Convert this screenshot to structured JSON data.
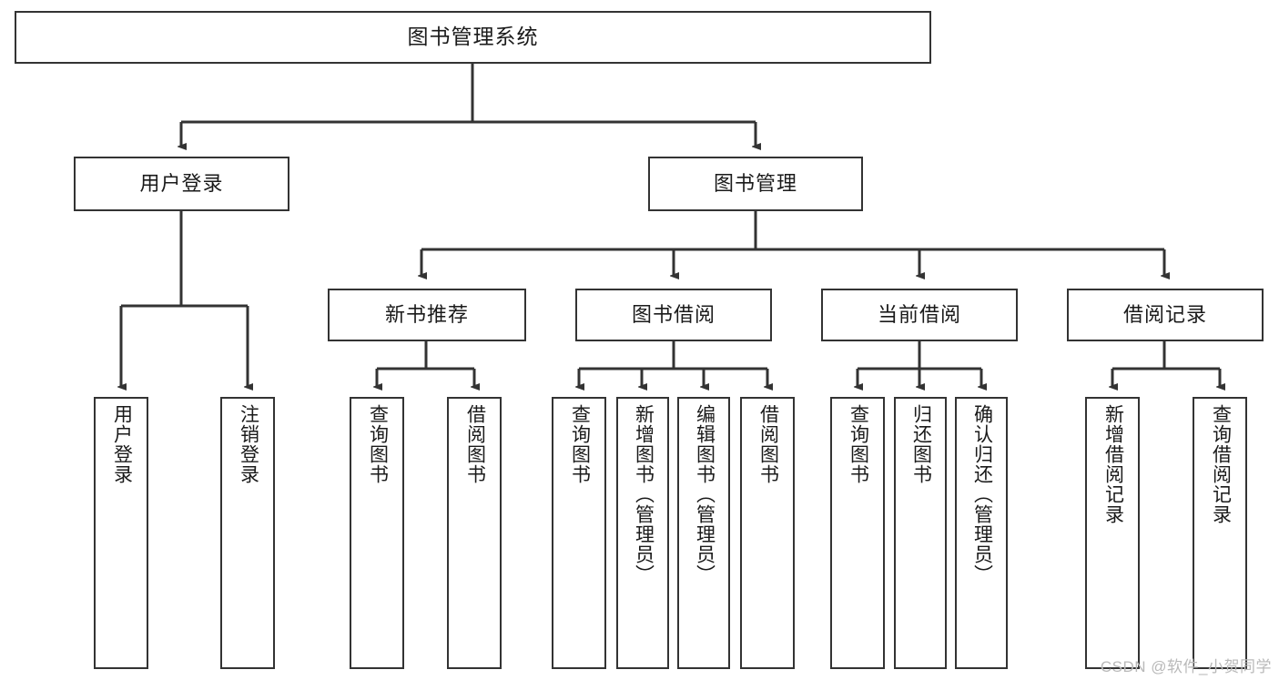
{
  "diagram": {
    "title": "图书管理系统",
    "watermark": "CSDN @软件_小贺同学",
    "stroke_color": "#333333",
    "background_color": "#ffffff",
    "text_color": "#1a1a1a",
    "watermark_color": "#b9b9b9"
  },
  "root": {
    "label": "图书管理系统"
  },
  "level2": [
    {
      "label": "用户登录"
    },
    {
      "label": "图书管理"
    }
  ],
  "level3": [
    {
      "label": "新书推荐"
    },
    {
      "label": "图书借阅"
    },
    {
      "label": "当前借阅"
    },
    {
      "label": "借阅记录"
    }
  ],
  "leaves": {
    "user_login": [
      {
        "label": "用户登录"
      },
      {
        "label": "注销登录"
      }
    ],
    "new_book_recommend": [
      {
        "label": "查询图书"
      },
      {
        "label": "借阅图书"
      }
    ],
    "book_borrow": [
      {
        "label": "查询图书"
      },
      {
        "label": "新增图书（管理员）"
      },
      {
        "label": "编辑图书（管理员）"
      },
      {
        "label": "借阅图书"
      }
    ],
    "current_borrow": [
      {
        "label": "查询图书"
      },
      {
        "label": "归还图书"
      },
      {
        "label": "确认归还（管理员）"
      }
    ],
    "borrow_record": [
      {
        "label": "新增借阅记录"
      },
      {
        "label": "查询借阅记录"
      }
    ]
  }
}
